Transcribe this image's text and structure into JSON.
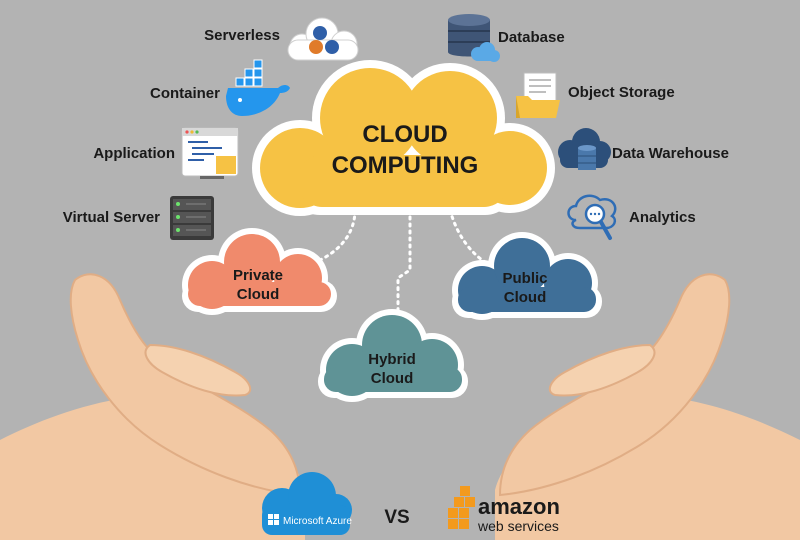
{
  "center": {
    "line1": "CLOUD",
    "line2": "COMPUTING"
  },
  "left_services": [
    "Serverless",
    "Container",
    "Application",
    "Virtual Server"
  ],
  "right_services": [
    "Database",
    "Object Storage",
    "Data Warehouse",
    "Analytics"
  ],
  "deployment": {
    "private": {
      "line1": "Private",
      "line2": "Cloud"
    },
    "public": {
      "line1": "Public",
      "line2": "Cloud"
    },
    "hybrid": {
      "line1": "Hybrid",
      "line2": "Cloud"
    }
  },
  "bottom": {
    "azure": "Microsoft Azure",
    "vs": "VS",
    "amazon_line1": "amazon",
    "amazon_line2": "web services"
  },
  "colors": {
    "background": "#b3b3b3",
    "center_cloud": "#f6c244",
    "private_cloud": "#f08a6c",
    "public_cloud": "#3f6f98",
    "hybrid_cloud": "#5f9396",
    "hand": "#f2c8a3",
    "azure": "#1f8fd6",
    "aws_orange": "#f39a1e"
  },
  "icons": {
    "serverless": "serverless-cloud-icon",
    "container": "docker-whale-icon",
    "application": "code-window-icon",
    "virtual_server": "server-rack-icon",
    "database": "database-cylinder-icon",
    "object_storage": "folder-document-icon",
    "data_warehouse": "warehouse-cloud-icon",
    "analytics": "magnifier-cloud-icon"
  }
}
